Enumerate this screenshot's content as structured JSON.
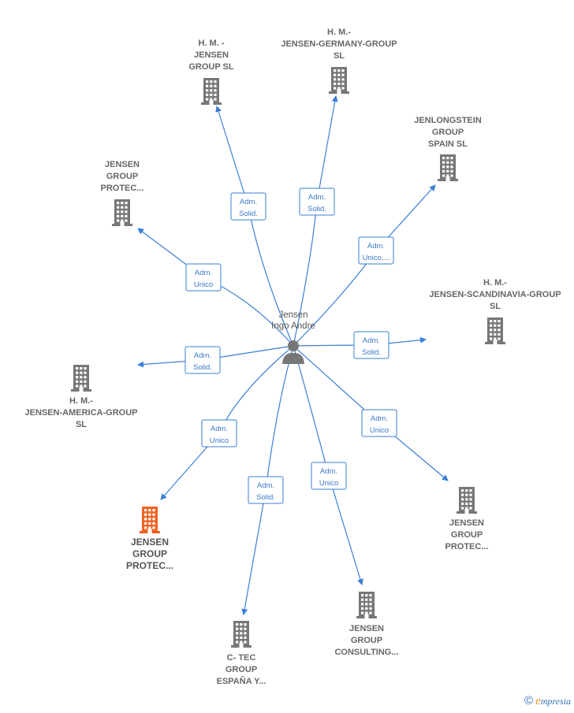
{
  "center": {
    "name_lines": [
      "Jensen",
      "Ingo Andre"
    ],
    "icon": "person-icon"
  },
  "companies": [
    {
      "id": "hm-jensen-group",
      "lines": [
        "H. M. -",
        "JENSEN",
        "GROUP  SL"
      ],
      "highlight": false
    },
    {
      "id": "hm-jensen-germany",
      "lines": [
        "H. M.-",
        "JENSEN-GERMANY-GROUP",
        "SL"
      ],
      "highlight": false
    },
    {
      "id": "jenlongstein",
      "lines": [
        "JENLONGSTEIN",
        "GROUP",
        "SPAIN  SL"
      ],
      "highlight": false
    },
    {
      "id": "jensen-group-protec-1",
      "lines": [
        "JENSEN",
        "GROUP",
        "PROTEC..."
      ],
      "highlight": false
    },
    {
      "id": "hm-jensen-scandinavia",
      "lines": [
        "H. M.-",
        "JENSEN-SCANDINAVIA-GROUP",
        "SL"
      ],
      "highlight": false
    },
    {
      "id": "hm-jensen-america",
      "lines": [
        "H. M.-",
        "JENSEN-AMERICA-GROUP",
        "SL"
      ],
      "highlight": false
    },
    {
      "id": "jensen-group-protec-hl",
      "lines": [
        "JENSEN",
        "GROUP",
        "PROTEC..."
      ],
      "highlight": true
    },
    {
      "id": "jensen-group-protec-2",
      "lines": [
        "JENSEN",
        "GROUP",
        "PROTEC..."
      ],
      "highlight": false
    },
    {
      "id": "c-tec-group",
      "lines": [
        "C- TEC",
        "GROUP",
        "ESPAÑA Y..."
      ],
      "highlight": false
    },
    {
      "id": "jensen-group-consulting",
      "lines": [
        "JENSEN",
        "GROUP",
        "CONSULTING..."
      ],
      "highlight": false
    }
  ],
  "relations": [
    {
      "target": "hm-jensen-group",
      "lines": [
        "Adm.",
        "Solid."
      ]
    },
    {
      "target": "hm-jensen-germany",
      "lines": [
        "Adm.",
        "Solid."
      ]
    },
    {
      "target": "jenlongstein",
      "lines": [
        "Adm.",
        "Unico,..."
      ]
    },
    {
      "target": "jensen-group-protec-1",
      "lines": [
        "Adm.",
        "Unico"
      ]
    },
    {
      "target": "hm-jensen-scandinavia",
      "lines": [
        "Adm.",
        "Solid."
      ]
    },
    {
      "target": "hm-jensen-america",
      "lines": [
        "Adm.",
        "Solid."
      ]
    },
    {
      "target": "jensen-group-protec-hl",
      "lines": [
        "Adm.",
        "Unico"
      ]
    },
    {
      "target": "jensen-group-protec-2",
      "lines": [
        "Adm.",
        "Unico"
      ]
    },
    {
      "target": "c-tec-group",
      "lines": [
        "Adm.",
        "Solid."
      ]
    },
    {
      "target": "jensen-group-consulting",
      "lines": [
        "Adm.",
        "Unico"
      ]
    }
  ],
  "colors": {
    "edge": "#3a7fd5",
    "building": "#777777",
    "building_highlight": "#f26322",
    "person": "#777777"
  },
  "footer": {
    "copyright": "©",
    "brand_initial": "e",
    "brand_rest": "mpresia"
  }
}
